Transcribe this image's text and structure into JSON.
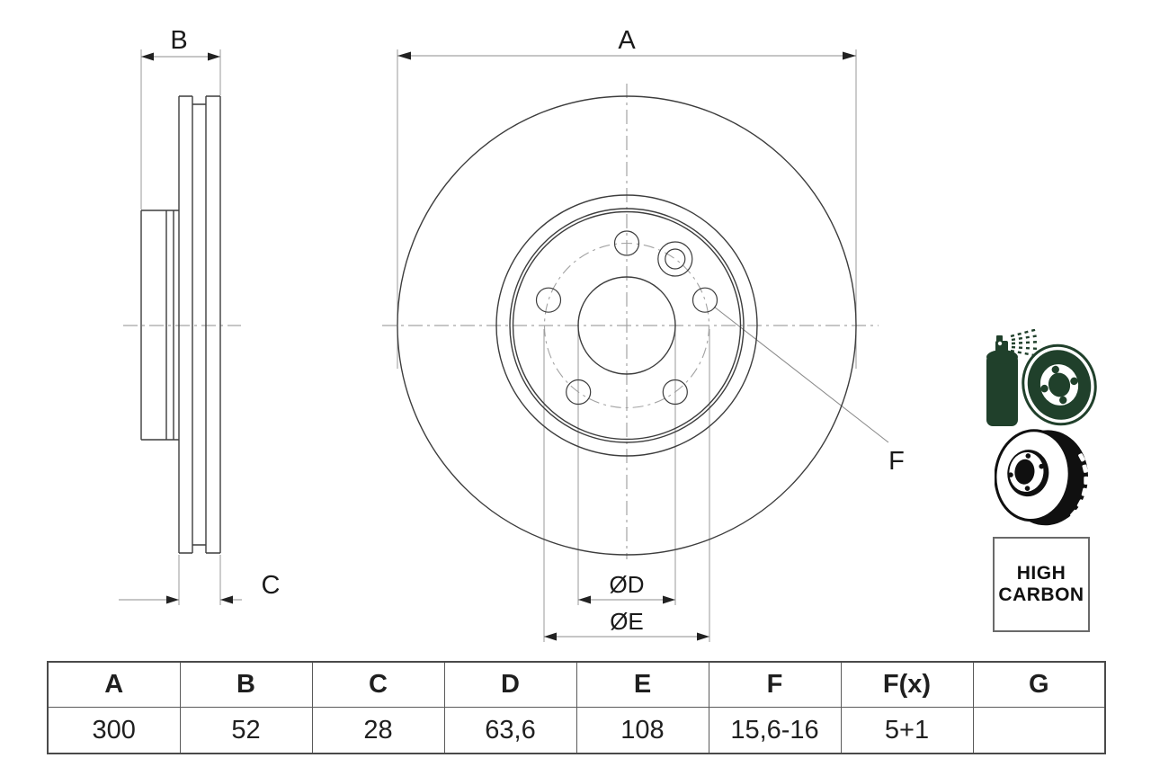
{
  "drawing": {
    "front_view": {
      "diameter_label": "A",
      "bore_dim_label": "ØD",
      "bolt_circle_dim_label": "ØE",
      "leader_label": "F"
    },
    "side_view": {
      "width_label": "B",
      "thickness_label": "C"
    }
  },
  "badge": {
    "line1": "HIGH",
    "line2": "CARBON"
  },
  "icons": [
    {
      "name": "coating-spray-icon"
    },
    {
      "name": "vented-disc-icon"
    }
  ],
  "colors": {
    "object_line": "#3d3d3d",
    "dimension_line": "#8c8c8c",
    "centerline": "#a3a3a3",
    "arrow": "#222222",
    "icon_green": "#20402b",
    "icon_black": "#101010",
    "table_border": "#4a4a4a"
  },
  "table": {
    "headers": [
      "A",
      "B",
      "C",
      "D",
      "E",
      "F",
      "F(x)",
      "G"
    ],
    "values": [
      "300",
      "52",
      "28",
      "63,6",
      "108",
      "15,6-16",
      "5+1",
      ""
    ]
  }
}
